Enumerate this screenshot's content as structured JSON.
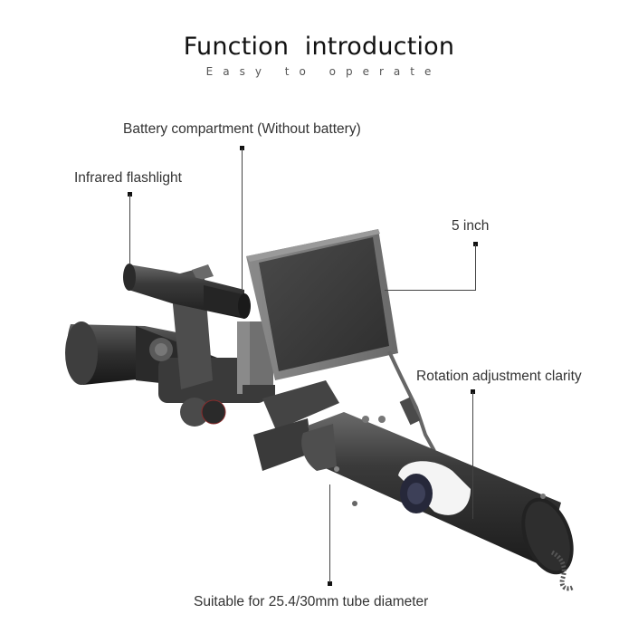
{
  "header": {
    "title": "Function  introduction",
    "subtitle": "Easy to operate"
  },
  "callouts": {
    "battery": "Battery compartment (Without battery)",
    "infrared": "Infrared flashlight",
    "screen_size": "5 inch",
    "rotation": "Rotation adjustment clarity",
    "tube": "Suitable for 25.4/30mm tube diameter"
  },
  "colors": {
    "background": "#ffffff",
    "text": "#333333",
    "device_dark": "#2a2a2a",
    "device_mid": "#555555",
    "screen": "#3d3d3d"
  }
}
